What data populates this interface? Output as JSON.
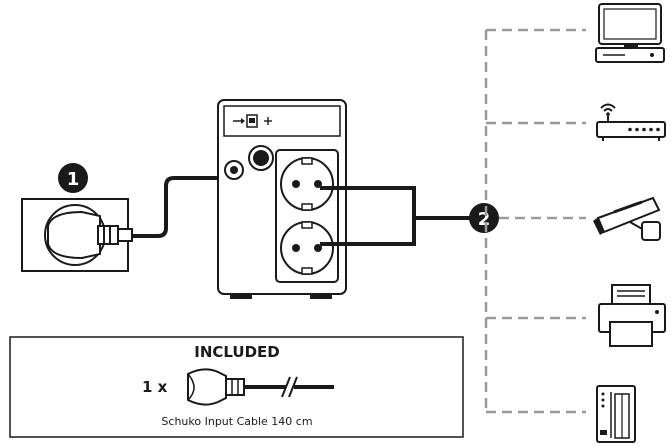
{
  "steps": {
    "step1": "1",
    "step2": "2"
  },
  "included": {
    "title": "INCLUDED",
    "quantity": "1 x",
    "caption": "Schuko Input Cable 140 cm"
  },
  "icons": {
    "devices": [
      "desktop-computer-icon",
      "wifi-router-icon",
      "security-camera-icon",
      "printer-icon",
      "nas-storage-icon"
    ],
    "ports": [
      "usb-port-icon",
      "usb-symbol-icon"
    ]
  },
  "colors": {
    "ink": "#1a1a1a",
    "dash": "#9a9a9a",
    "panel": "#ffffff"
  }
}
